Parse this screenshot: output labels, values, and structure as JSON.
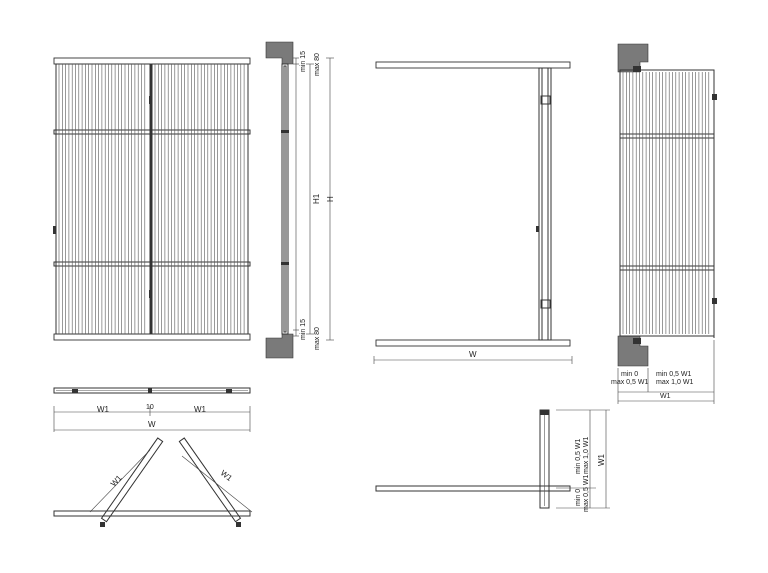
{
  "colors": {
    "line": "#333333",
    "wall": "#7a7a7a",
    "background": "#ffffff"
  },
  "labels": {
    "min15_top": "min 15",
    "max80_top": "max 80",
    "min15_bottom": "min 15",
    "max80_bottom": "max 80",
    "H1": "H1",
    "H": "H",
    "W_front": "W",
    "W1_left": "W1",
    "gap": "10",
    "W1_right": "W1",
    "W_plan": "W",
    "W1_fold_left": "W1",
    "W1_fold_right": "W1",
    "min0_side": "min 0",
    "max05_side": "max 0,5 W1",
    "min05_side": "min 0,5 W1",
    "max10_side": "max 1,0 W1",
    "W1_side": "W1",
    "W1_pivot": "W1",
    "min05_pivot": "min 0,5 W1",
    "max10_pivot": "max 1,0 W1",
    "min0_pivot": "min 0",
    "max05_pivot": "max 0,5 W1"
  }
}
